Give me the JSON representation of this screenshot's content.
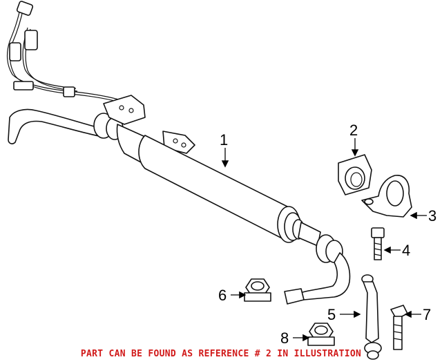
{
  "callouts": [
    {
      "id": "1",
      "label": "1"
    },
    {
      "id": "2",
      "label": "2"
    },
    {
      "id": "3",
      "label": "3"
    },
    {
      "id": "4",
      "label": "4"
    },
    {
      "id": "5",
      "label": "5"
    },
    {
      "id": "6",
      "label": "6"
    },
    {
      "id": "7",
      "label": "7"
    },
    {
      "id": "8",
      "label": "8"
    }
  ],
  "footer": {
    "note": "PART CAN BE FOUND AS REFERENCE # 2 IN ILLUSTRATION",
    "color": "#d11a1a"
  }
}
